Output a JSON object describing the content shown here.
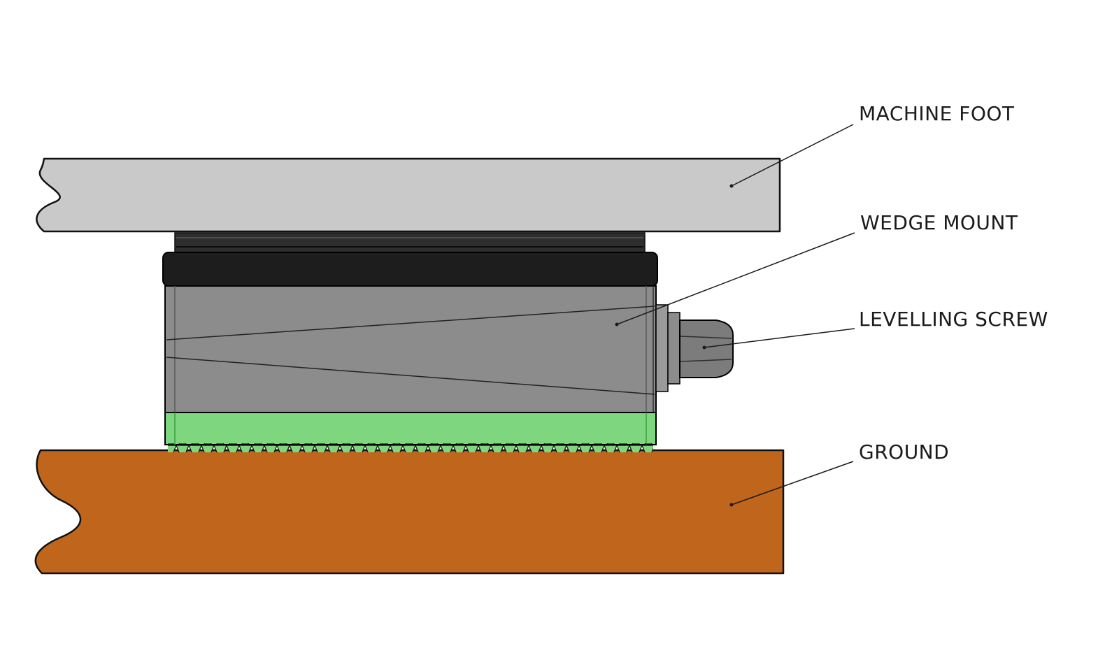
{
  "diagram": {
    "type": "technical-illustration",
    "subject": "wedge mount machine levelling assembly, side view",
    "labels": {
      "machine_foot": "MACHINE FOOT",
      "wedge_mount": "WEDGE MOUNT",
      "levelling_screw": "LEVELLING SCREW",
      "ground": "GROUND"
    },
    "colors": {
      "background": "#ffffff",
      "machine_foot": "#c9c9c9",
      "ground": "#c0661c",
      "wedge_body": "#8c8c8c",
      "clamp_band": "#1d1d1d",
      "top_plate": "#2e2e2e",
      "pad": "#7ed67e",
      "screw": "#7c7c7c",
      "washer": "#9a9a9a",
      "outline": "#111111",
      "leader": "#1a1a1a"
    }
  }
}
